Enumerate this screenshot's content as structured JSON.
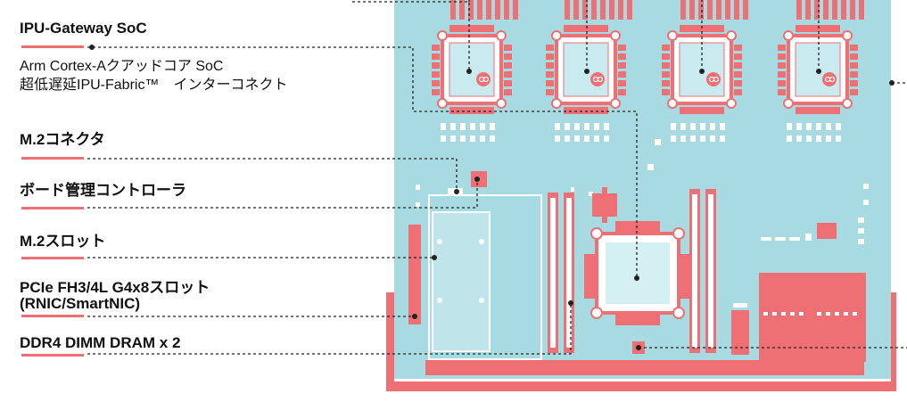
{
  "labels": {
    "ipu_gateway": "IPU-Gateway SoC",
    "ipu_desc_line1": "Arm Cortex-Aクアッドコア SoC",
    "ipu_desc_line2": "超低遅延IPU-Fabric™　インターコネクト",
    "m2_connector": "M.2コネクタ",
    "bmc": "ボード管理コントローラ",
    "m2_slot": "M.2スロット",
    "pcie_line1": "PCIe FH3/4L G4x8スロット",
    "pcie_line2": "(RNIC/SmartNIC)",
    "ddr4": "DDR4 DIMM DRAM x 2"
  },
  "colors": {
    "board": "#a7dbe1",
    "accent": "#ee6f74",
    "chip_inner": "#ffffff",
    "chip_core": "#c9ebef",
    "leader": "#222222",
    "text": "#111111"
  },
  "icons": {
    "ipu_chip_logo": "graphcore-logo-icon"
  }
}
